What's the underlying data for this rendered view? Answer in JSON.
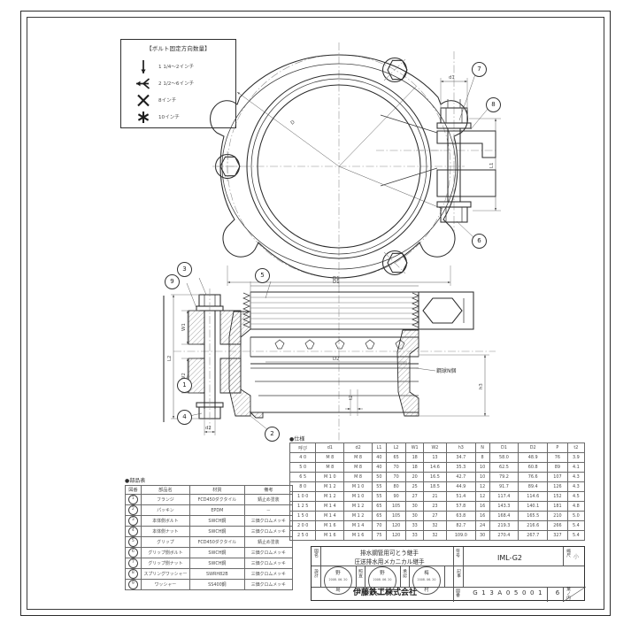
{
  "sheet": {
    "legend": {
      "title": "【ボルト固定方向数量】",
      "rows": [
        {
          "glyph": "arrow-single",
          "label": "1 1/4～2インチ"
        },
        {
          "glyph": "arrow-triple",
          "label": "2 1/2～6インチ"
        },
        {
          "glyph": "cross-x",
          "label": "8インチ"
        },
        {
          "glyph": "asterisk-six",
          "label": "10インチ"
        }
      ]
    },
    "front_view": {
      "dim_diameter": "D",
      "dim_bolt_circle": "D1",
      "balloons": [
        "5"
      ]
    },
    "right_view": {
      "dim_d1": "d1",
      "dim_L1": "L1",
      "balloons": [
        "7",
        "8",
        "6"
      ]
    },
    "section_view": {
      "dim_W1": "W1",
      "dim_W2": "W2",
      "dim_L2": "L2",
      "dim_d2": "d2",
      "dim_D1": "D1",
      "dim_D2": "D2",
      "dim_h3": "h3",
      "dim_t2": "t2",
      "note_balls": "鋼球N個",
      "balloons": [
        "9",
        "3",
        "1",
        "4",
        "2",
        "5"
      ]
    },
    "parts_table": {
      "caption": "●部品表",
      "headers": [
        "図番",
        "部品名",
        "材質",
        "備考"
      ],
      "rows": [
        {
          "no": "1",
          "name": "フランジ",
          "material": "FCD450ダクタイル",
          "remark": "錆止め塗装"
        },
        {
          "no": "2",
          "name": "パッキン",
          "material": "EPDM",
          "remark": "－"
        },
        {
          "no": "3",
          "name": "本体側ボルト",
          "material": "SWCH鋼",
          "remark": "三価クロムメッキ"
        },
        {
          "no": "4",
          "name": "本体側ナット",
          "material": "SWCH鋼",
          "remark": "三価クロムメッキ"
        },
        {
          "no": "5",
          "name": "グリップ",
          "material": "FCD450ダクタイル",
          "remark": "錆止め塗装"
        },
        {
          "no": "6",
          "name": "グリップ側ボルト",
          "material": "SWCH鋼",
          "remark": "三価クロムメッキ"
        },
        {
          "no": "7",
          "name": "グリップ側ナット",
          "material": "SWCH鋼",
          "remark": "三価クロムメッキ"
        },
        {
          "no": "8",
          "name": "スプリングワッシャー",
          "material": "SWRH82B",
          "remark": "三価クロムメッキ"
        },
        {
          "no": "9",
          "name": "ワッシャー",
          "material": "SS400鋼",
          "remark": "三価クロムメッキ"
        }
      ]
    },
    "spec_table": {
      "caption": "●仕様",
      "headers": [
        "呼び",
        "d1",
        "d2",
        "L1",
        "L2",
        "W1",
        "W2",
        "h3",
        "N",
        "D1",
        "D2",
        "P",
        "t2"
      ],
      "rows": [
        [
          "4 0",
          "M 8",
          "M 8",
          "40",
          "65",
          "18",
          "13",
          "34.7",
          "8",
          "58.0",
          "48.9",
          "76",
          "3.9"
        ],
        [
          "5 0",
          "M 8",
          "M 8",
          "40",
          "70",
          "18",
          "14.6",
          "35.3",
          "10",
          "62.5",
          "60.8",
          "89",
          "4.1"
        ],
        [
          "6 5",
          "M 1 0",
          "M 8",
          "50",
          "70",
          "20",
          "16.5",
          "42.7",
          "10",
          "79.2",
          "76.6",
          "107",
          "4.3"
        ],
        [
          "8 0",
          "M 1 2",
          "M 1 0",
          "55",
          "80",
          "25",
          "18.5",
          "44.9",
          "12",
          "91.7",
          "89.4",
          "126",
          "4.3"
        ],
        [
          "1 0 0",
          "M 1 2",
          "M 1 0",
          "55",
          "90",
          "27",
          "21",
          "51.4",
          "12",
          "117.4",
          "114.6",
          "152",
          "4.5"
        ],
        [
          "1 2 5",
          "M 1 4",
          "M 1 2",
          "65",
          "105",
          "30",
          "23",
          "57.8",
          "16",
          "143.3",
          "140.1",
          "181",
          "4.8"
        ],
        [
          "1 5 0",
          "M 1 4",
          "M 1 2",
          "65",
          "105",
          "30",
          "27",
          "63.8",
          "16",
          "168.4",
          "165.5",
          "210",
          "5.0"
        ],
        [
          "2 0 0",
          "M 1 6",
          "M 1 4",
          "70",
          "120",
          "33",
          "32",
          "82.7",
          "24",
          "219.3",
          "216.6",
          "266",
          "5.4"
        ],
        [
          "2 5 0",
          "M 1 6",
          "M 1 6",
          "75",
          "120",
          "33",
          "32",
          "109.0",
          "30",
          "270.4",
          "267.7",
          "327",
          "5.4"
        ]
      ]
    },
    "title_block": {
      "name_label": "図名",
      "name_line1": "排水鋼管用可とう継手",
      "name_line2": "圧送排水用メカニカル継手",
      "symbol_label": "符号",
      "symbol_value": "IML-G2",
      "scale_label": "縮尺",
      "scale_value": "小",
      "design_label": "設計",
      "check_label": "照査",
      "approve_label": "承認",
      "note_label": "記事",
      "stamps": [
        {
          "top": "野",
          "bottom": "島",
          "date": "2008. 06. 20"
        },
        {
          "top": "野",
          "bottom": "島",
          "date": "2008. 06. 20"
        },
        {
          "top": "梅",
          "bottom": "村",
          "date": "2008. 06. 20"
        }
      ],
      "company": "伊藤鉄工株式会社",
      "dwgno_label": "図番",
      "dwgno_value": "G 1 3 A 0 5 0 0 1",
      "rev_value": "6",
      "sheet_label": "葉ノ内"
    }
  },
  "colors": {
    "ink": "#2c2c2c",
    "thin_ink": "#3a3a3a",
    "center_line": "#8a8a8a",
    "paper": "#ffffff"
  }
}
